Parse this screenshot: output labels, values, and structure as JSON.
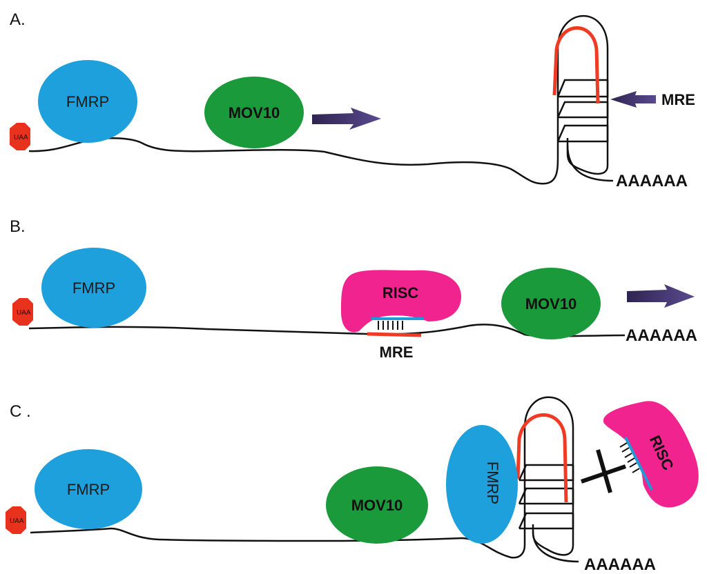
{
  "panels": [
    {
      "label": "A."
    },
    {
      "label": "B."
    },
    {
      "label": "C ."
    }
  ],
  "labels": {
    "fmrp": "FMRP",
    "mov10": "MOV10",
    "risc": "RISC",
    "mre": "MRE",
    "polya": "AAAAAA",
    "stop_codon": "UAA"
  },
  "colors": {
    "fmrp": "#1ea0dc",
    "mov10": "#1a9a3a",
    "risc": "#f0238f",
    "stop_codon": "#e8321e",
    "mre_strand": "#ef3b24",
    "guide_strand": "#1f9ad6",
    "arrow": "#4b3a78",
    "rna": "#111111"
  }
}
